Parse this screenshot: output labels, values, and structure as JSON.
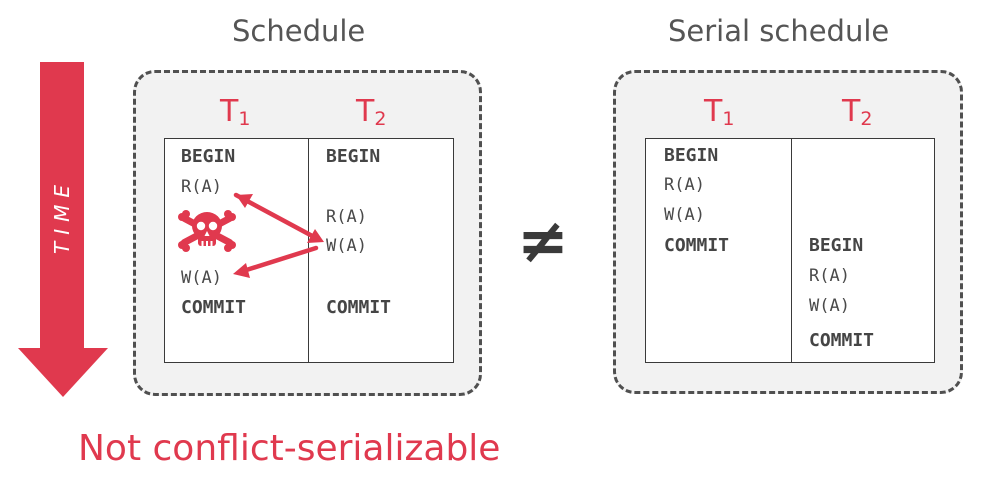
{
  "left_heading": "Schedule",
  "right_heading": "Serial schedule",
  "time_label": "TIME",
  "neq_symbol": "≠",
  "footer": "Not conflict-serializable",
  "left_schedule": {
    "t1": {
      "name": "T",
      "sub": "1"
    },
    "t2": {
      "name": "T",
      "sub": "2"
    },
    "t1_ops": {
      "begin": "BEGIN",
      "read": "R(A)",
      "write": "W(A)",
      "commit": "COMMIT"
    },
    "t2_ops": {
      "begin": "BEGIN",
      "read": "R(A)",
      "write": "W(A)",
      "commit": "COMMIT"
    }
  },
  "right_schedule": {
    "t1": {
      "name": "T",
      "sub": "1"
    },
    "t2": {
      "name": "T",
      "sub": "2"
    },
    "t1_ops": {
      "begin": "BEGIN",
      "read": "R(A)",
      "write": "W(A)",
      "commit": "COMMIT"
    },
    "t2_ops": {
      "begin": "BEGIN",
      "read": "R(A)",
      "write": "W(A)",
      "commit": "COMMIT"
    }
  },
  "colors": {
    "accent": "#e0394e",
    "panel_bg": "#f2f2f2",
    "panel_border": "#505050",
    "text_dark": "#444444"
  },
  "icons": [
    "skull-crossbones-icon",
    "time-arrow-icon",
    "conflict-arrow-icon"
  ]
}
